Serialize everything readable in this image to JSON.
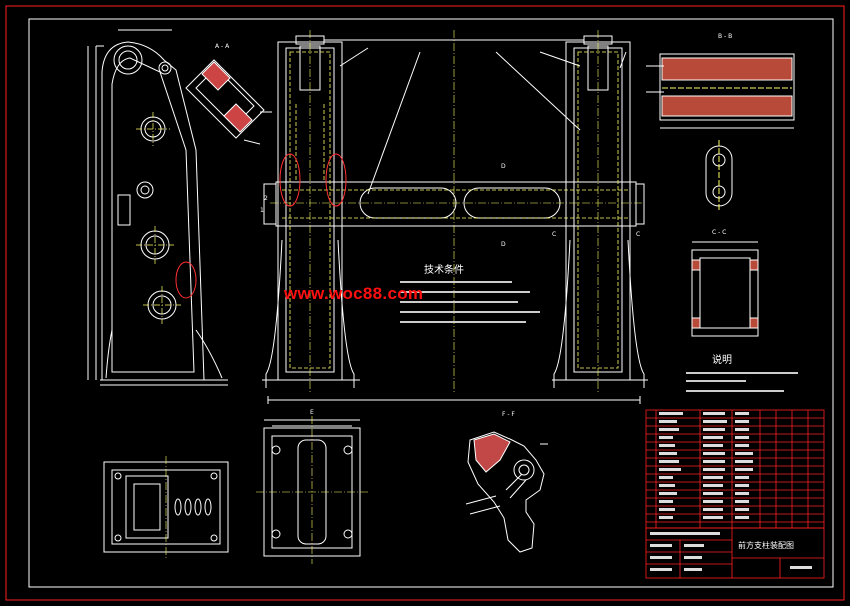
{
  "drawing": {
    "tech_requirements_title": "技术条件",
    "notes_title": "说明",
    "title_block_name": "前方支柱装配图",
    "watermark": "www.woc88.com",
    "section_labels": [
      "A - A",
      "B - B",
      "C - C",
      "E",
      "F - F"
    ],
    "colors": {
      "background": "#000000",
      "lines": "#ffffff",
      "hidden": "#ffff66",
      "border": "#ff2020",
      "watermark": "#ff1010"
    }
  }
}
